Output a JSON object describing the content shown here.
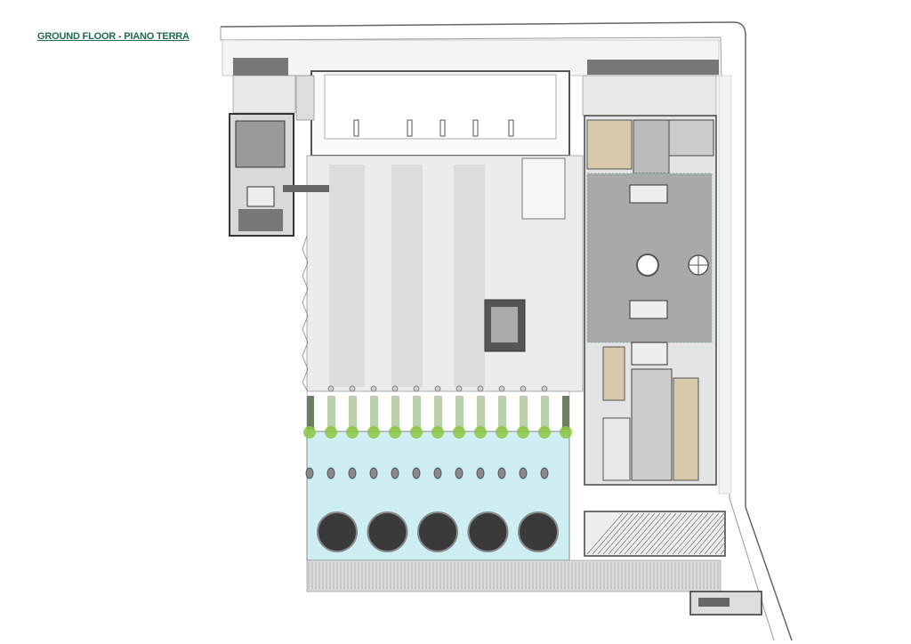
{
  "title": "GROUND FLOOR  -  PIANO TERRA",
  "colors": {
    "title": "#1f6b50",
    "wall": "#4a4a4a",
    "floor_light": "#eeeeee",
    "floor_core": "#a9a9a9",
    "pool": "#cdeef3",
    "tree": "#8cc63f",
    "office": "#d8c7a8",
    "planter": "#b9cfae"
  },
  "plan": {
    "pool_columns": 12,
    "trees": 13,
    "skylights": 5,
    "planter_strips": 11
  }
}
